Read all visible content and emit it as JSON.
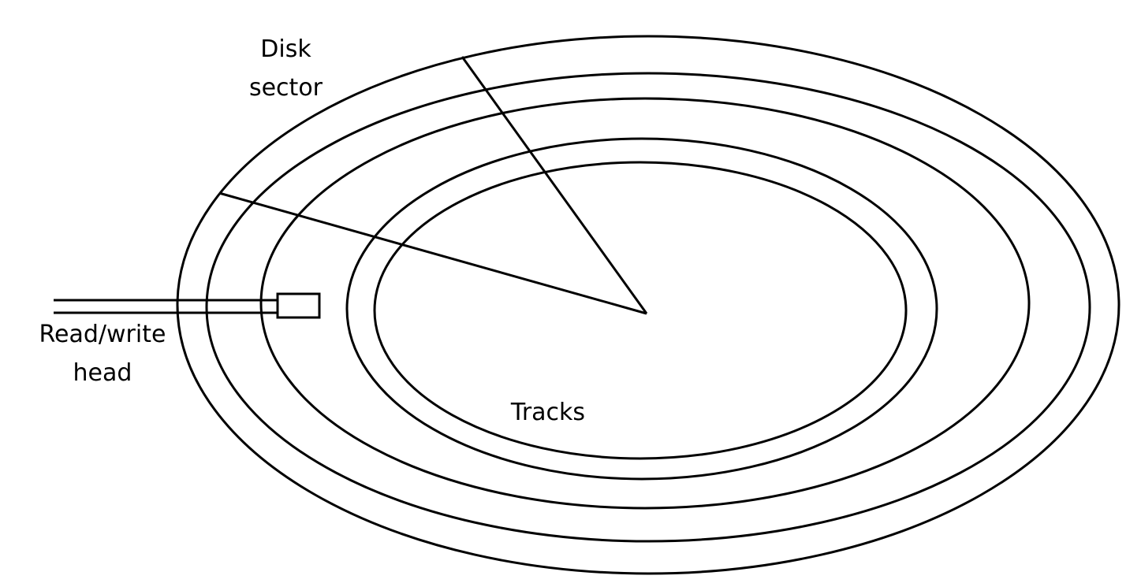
{
  "labels": {
    "disk_sector_line1": "Disk",
    "disk_sector_line2": "sector",
    "head_line1": "Read/write",
    "head_line2": "head",
    "tracks": "Tracks"
  },
  "colors": {
    "stroke": "#000000",
    "background": "#ffffff"
  }
}
